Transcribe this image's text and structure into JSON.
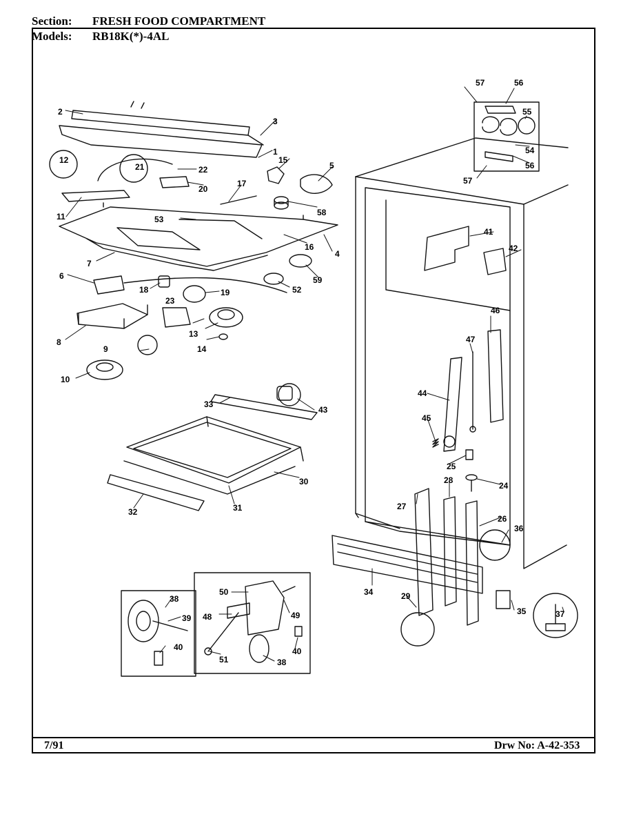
{
  "header": {
    "section_label": "Section:",
    "section_value": "FRESH FOOD COMPARTMENT",
    "models_label": "Models:",
    "models_value": "RB18K(*)-4AL"
  },
  "footer": {
    "date": "7/91",
    "drawing_number": "Drw No: A-42-353"
  },
  "callouts": [
    "1",
    "2",
    "3",
    "4",
    "5",
    "6",
    "7",
    "8",
    "9",
    "10",
    "11",
    "12",
    "13",
    "14",
    "15",
    "16",
    "17",
    "18",
    "19",
    "20",
    "21",
    "22",
    "23",
    "24",
    "25",
    "26",
    "27",
    "28",
    "29",
    "30",
    "31",
    "32",
    "33",
    "34",
    "35",
    "36",
    "37",
    "38",
    "39",
    "40",
    "41",
    "42",
    "43",
    "44",
    "45",
    "46",
    "47",
    "48",
    "49",
    "50",
    "51",
    "52",
    "53",
    "54",
    "55",
    "56",
    "57",
    "58",
    "59"
  ]
}
